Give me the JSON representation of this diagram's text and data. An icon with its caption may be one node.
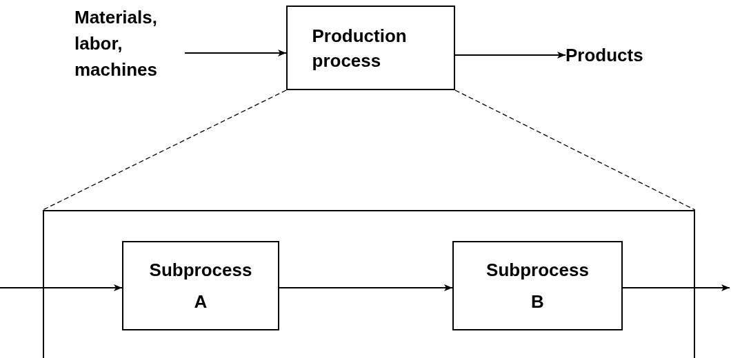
{
  "diagram": {
    "nodes": [
      {
        "text": [
          "Materials, labor, machines"
        ]
      },
      {
        "text": [
          "Production process"
        ]
      },
      {
        "text": [
          "Products"
        ]
      },
      {
        "text": [],
        "shape": "box"
      },
      {
        "text": [
          "Subprocess A"
        ],
        "in": 3
      },
      {
        "text": [
          "Subprocess B"
        ],
        "in": 3
      }
    ],
    "edges": [
      {
        "from": 0,
        "to": 1,
        "arrow": "to"
      },
      {
        "from": 1,
        "to": 2,
        "arrow": "to"
      },
      {
        "from": 1,
        "to": 3,
        "arrow": "none",
        "style": "dashed"
      },
      {
        "from": 1,
        "to": 3,
        "arrow": "none",
        "style": "dashed"
      },
      {
        "from": null,
        "to": 4,
        "arrow": "to"
      },
      {
        "from": 4,
        "to": 5,
        "arrow": "to"
      },
      {
        "from": 5,
        "to": null,
        "arrow": "to"
      }
    ]
  }
}
